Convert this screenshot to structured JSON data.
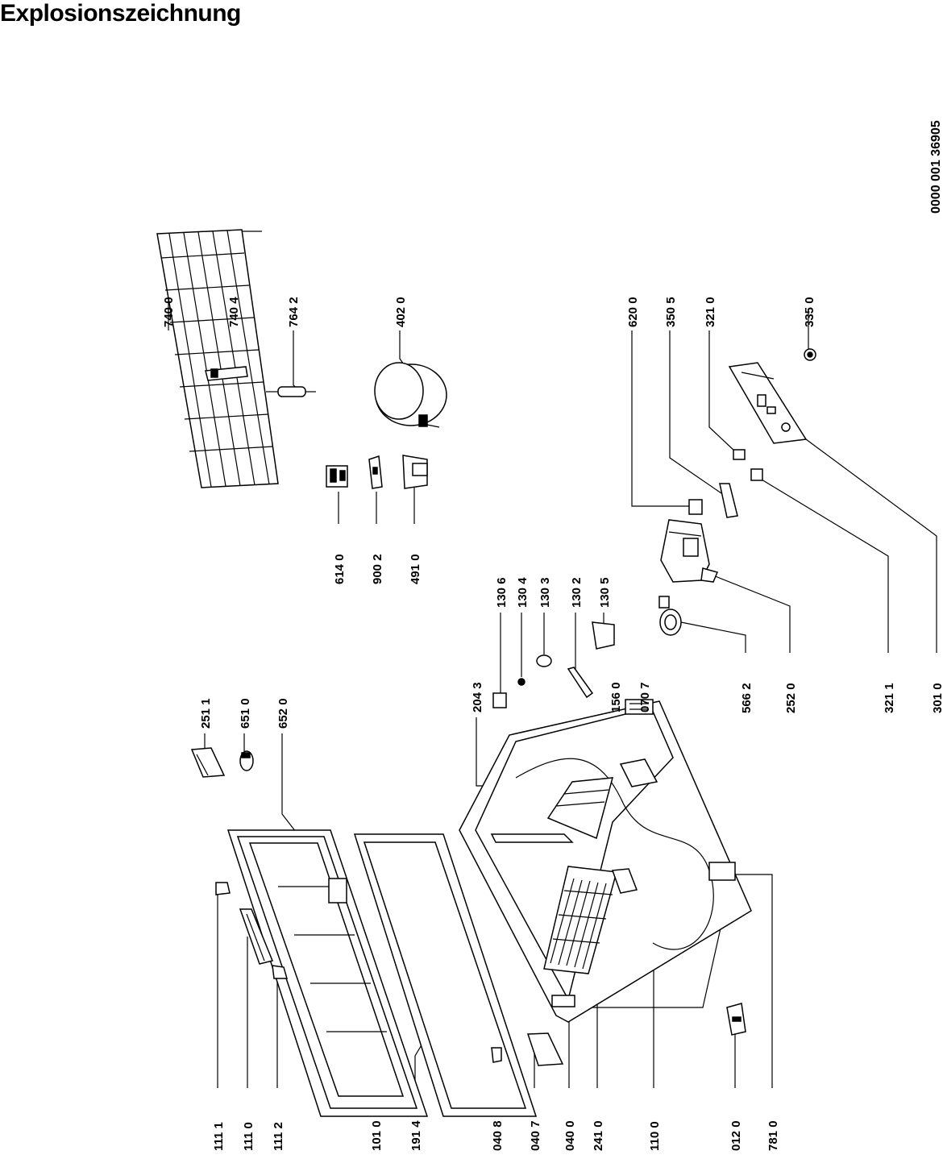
{
  "title": "Explosionszeichnung",
  "document_number": "0000 001 36905",
  "labels": {
    "p7400": "740 0",
    "p7404": "740 4",
    "p7642": "764 2",
    "p4020": "402 0",
    "p6200": "620 0",
    "p3505": "350 5",
    "p3210": "321 0",
    "p3350": "335 0",
    "p6140": "614 0",
    "p9002": "900 2",
    "p4910": "491 0",
    "p1306": "130 6",
    "p1304": "130 4",
    "p1303": "130 3",
    "p1302": "130 2",
    "p1305": "130 5",
    "p2511": "251 1",
    "p6510": "651 0",
    "p6520": "652 0",
    "p2043": "204 3",
    "p1560": "156 0",
    "p0707": "070 7",
    "p5662": "566 2",
    "p2520": "252 0",
    "p3211": "321 1",
    "p3010": "301 0",
    "p1111": "111 1",
    "p1110": "111 0",
    "p1112": "111 2",
    "p1010": "101 0",
    "p1914": "191 4",
    "p0408": "040 8",
    "p0407": "040 7",
    "p0400": "040 0",
    "p2410": "241 0",
    "p1100": "110 0",
    "p0120": "012 0",
    "p7810": "781 0"
  }
}
